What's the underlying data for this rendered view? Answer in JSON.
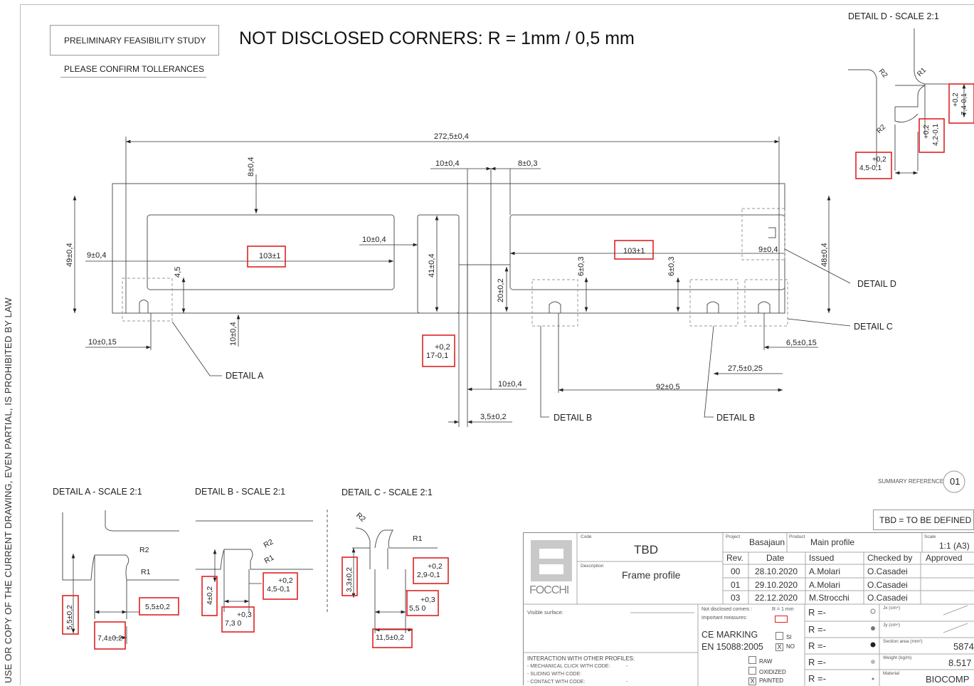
{
  "sheet": {
    "side_note": "USE OR COPY OF THE CURRENT DRAWING, EVEN PARTIAL, IS PROHIBITED BY LAW",
    "feasibility_label": "PRELIMINARY FEASIBILITY STUDY",
    "confirm_label": "PLEASE CONFIRM TOLLERANCES",
    "main_note": "NOT DISCLOSED CORNERS: R = 1mm / 0,5 mm"
  },
  "dimensions": {
    "overall_width": "272,5±0,4",
    "top_gap_left": "10±0,4",
    "top_gap_right": "8±0,3",
    "top_depth": "8±0,4",
    "left_height": "49±0,4",
    "left_offset": "9±0,4",
    "slot_left": "103±1",
    "slot_right": "103±1",
    "mid_gap": "10±0,4",
    "small_4_5": "4,5",
    "divider_41": "41±0,4",
    "divider_20": "20±0,2",
    "depth_6_a": "6±0,3",
    "depth_6_b": "6±0,3",
    "right_offset": "9±0,4",
    "right_height": "48±0,4",
    "left_clip": "10±0,15",
    "bottom_10": "10±0,4",
    "center_17_a": "+0,2",
    "center_17_b": "17-0,1",
    "bottom_center_10": "10±0,4",
    "bottom_3_5": "3,5±0,2",
    "span_92": "92±0,5",
    "span_27_5": "27,5±0,25",
    "right_clip": "6,5±0,15"
  },
  "callouts": {
    "detail_a": "DETAIL A",
    "detail_b1": "DETAIL B",
    "detail_b2": "DETAIL B",
    "detail_c": "DETAIL C",
    "detail_d": "DETAIL D"
  },
  "detail_d": {
    "title": "DETAIL D - SCALE 2:1",
    "r2_top": "R2",
    "r1": "R1",
    "r2_bottom": "R2",
    "dim_7_4_a": "+0,2",
    "dim_7_4_b": "7,4-0,1",
    "dim_4_2_a": "+0,2",
    "dim_4_2_b": "4,2-0,1",
    "dim_4_5_a": "+0,2",
    "dim_4_5_b": "4,5-0,1"
  },
  "detail_a": {
    "title": "DETAIL A - SCALE 2:1",
    "r2": "R2",
    "r1": "R1",
    "dim_5_5_v": "5,5±0,2",
    "dim_5_5_h": "5,5±0,2",
    "dim_7_4": "7,4±0,2"
  },
  "detail_b": {
    "title": "DETAIL B - SCALE 2:1",
    "r2": "R2",
    "r1": "R1",
    "dim_4": "4±0,2",
    "dim_4_5_a": "+0,2",
    "dim_4_5_b": "4,5-0,1",
    "dim_7_3_a": "+0,3",
    "dim_7_3_b": "7,3 0"
  },
  "detail_c": {
    "title": "DETAIL C - SCALE 2:1",
    "r2": "R2",
    "r1": "R1",
    "dim_3_3": "3,3±0,2",
    "dim_2_9_a": "+0,2",
    "dim_2_9_b": "2,9-0,1",
    "dim_5_5_a": "+0,3",
    "dim_5_5_b": "5,5 0",
    "dim_11_5": "11,5±0,2"
  },
  "summary": {
    "label": "SUMMARY REFERENCE",
    "number": "01",
    "tbd_note": "TBD = TO BE DEFINED"
  },
  "title_block": {
    "logo_text": "FOCCHI",
    "code_label": "Code",
    "code_value": "TBD",
    "description_label": "Description",
    "description_value": "Frame profile",
    "project_label": "Project",
    "project_value": "Basajaun",
    "product_label": "Product",
    "product_value": "Main profile",
    "scale_label": "Scale",
    "scale_value": "1:1 (A3)",
    "headers": [
      "Rev.",
      "Date",
      "Issued",
      "Checked by",
      "Approved"
    ],
    "revisions": [
      [
        "00",
        "28.10.2020",
        "A.Molari",
        "O.Casadei"
      ],
      [
        "01",
        "29.10.2020",
        "A.Molari",
        "O.Casadei"
      ],
      [
        "03",
        "22.12.2020",
        "M.Strocchi",
        "O.Casadei"
      ]
    ],
    "visible_surface": "Visible surface:",
    "not_disclosed": "Not disclosed corners :",
    "not_disclosed_value": "R = 1 mm",
    "important": "Important measures:",
    "ce_marking": "CE MARKING",
    "en_norm": "EN 15088:2005",
    "si": "SI",
    "no": "NO",
    "x_mark": "X",
    "interaction_title": "INTERACTION WITH OTHER PROFILES:",
    "interaction_1": "- MECHANICAL CLICK WITH CODE:",
    "interaction_2": "- SLIDING WITH CODE:",
    "interaction_3": "- CONTACT WITH CODE:",
    "dash": "-",
    "raw": "RAW",
    "oxidized": "OXIDIZED",
    "painted": "PAINTED",
    "r_rows": [
      "R =-",
      "R =-",
      "R =-",
      "R =-",
      "R =-"
    ],
    "jx_label": "Jx (cm⁴)",
    "jy_label": "Jy (cm⁴)",
    "section_label": "Section area (mm²)",
    "section_value": "5874",
    "weight_label": "Weight (kg/m)",
    "weight_value": "8.517",
    "material_label": "Material",
    "material_value": "BIOCOMP"
  }
}
